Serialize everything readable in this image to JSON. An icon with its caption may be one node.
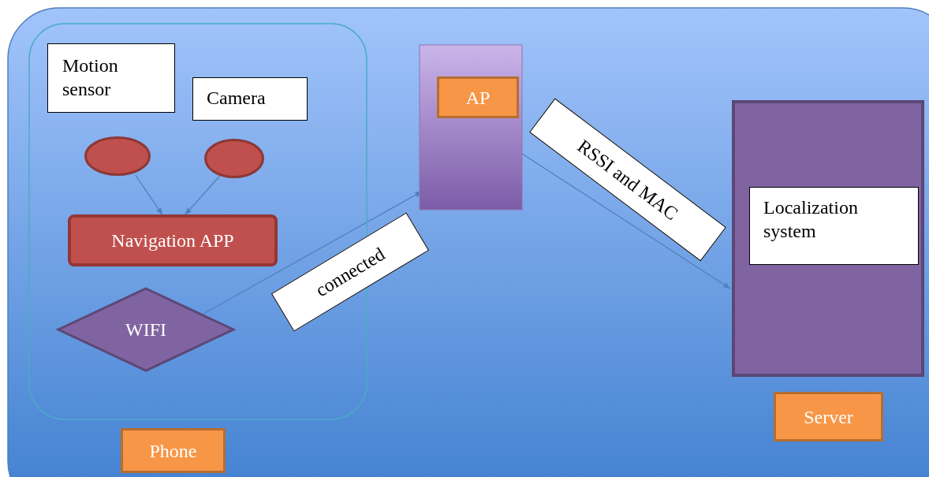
{
  "diagram": {
    "nodes": [
      {
        "text": [],
        "shape": "box"
      },
      {
        "text": [
          "Motion sensor"
        ],
        "in": 0
      },
      {
        "text": [
          "Camera"
        ],
        "in": 0
      },
      {
        "text": [],
        "shape": "ellipse",
        "in": 0
      },
      {
        "text": [],
        "shape": "ellipse",
        "in": 0
      },
      {
        "text": [
          "Navigation APP"
        ],
        "in": 0
      },
      {
        "text": [
          "WIFI"
        ],
        "in": 0
      },
      {
        "text": [
          "Phone"
        ]
      },
      {
        "text": [],
        "shape": "box"
      },
      {
        "text": [
          "AP"
        ],
        "in": 8
      },
      {
        "text": [],
        "shape": "box"
      },
      {
        "text": [
          "Localization system"
        ],
        "in": 10
      },
      {
        "text": [
          "Server"
        ]
      }
    ],
    "edges": [
      {
        "from": 3,
        "to": 5,
        "arrow": "to"
      },
      {
        "from": 4,
        "to": 5,
        "arrow": "to"
      },
      {
        "from": 6,
        "to": 8,
        "arrow": "to",
        "label": "connected"
      },
      {
        "from": 8,
        "to": 10,
        "arrow": "to",
        "label": "RSSI and MAC"
      }
    ]
  }
}
